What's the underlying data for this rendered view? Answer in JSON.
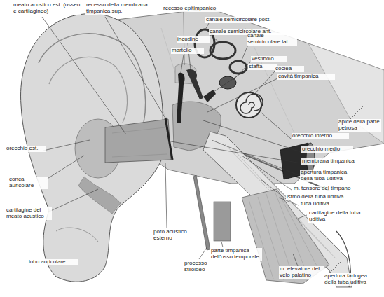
{
  "diagram": {
    "labels": [
      "meato acustico est. (osseo e cartilagineo)",
      "recesso della membrana timpanica sup.",
      "recesso epitimpanico",
      "canale semicircolare post.",
      "canale semicircolare ant.",
      "incudine",
      "martello",
      "canale semicircolare lat.",
      "vestibolo",
      "staffa",
      "coclea",
      "cavità timpanica",
      "apice della parte petrosa",
      "orecchio interno",
      "orecchio medio",
      "membrana timpanica",
      "apertura timpanica della tuba uditiva",
      "m. tensore del timpano",
      "istmo della tuba uditiva",
      "tuba uditiva",
      "cartilagine della tuba uditiva",
      "apertura faringea della tuba uditiva",
      "m. elevatore del velo palatino",
      "parte timpanica dell'osso temporale",
      "processo stiloideo",
      "poro acustico esterno",
      "lobo auricolare",
      "cartilagine del meato acustico",
      "conca auricolare",
      "orecchio est."
    ]
  }
}
